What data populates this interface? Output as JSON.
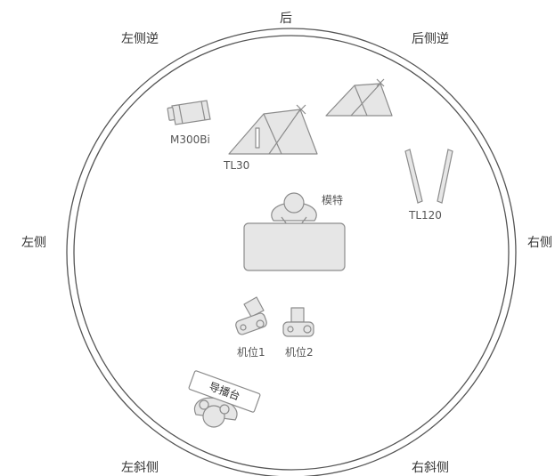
{
  "directions": {
    "back": "后",
    "left_back": "左侧逆",
    "right_back": "后侧逆",
    "left": "左侧",
    "right": "右侧",
    "left_front": "左斜侧",
    "right_front": "右斜侧"
  },
  "equipment": {
    "m300bi": "M300Bi",
    "tl30": "TL30",
    "tl120": "TL120",
    "model": "模特",
    "camera1": "机位1",
    "camera2": "机位2",
    "director": "导播台"
  },
  "colors": {
    "stroke": "#8c8c8c",
    "fill": "#e6e6e6",
    "text": "#555555"
  }
}
